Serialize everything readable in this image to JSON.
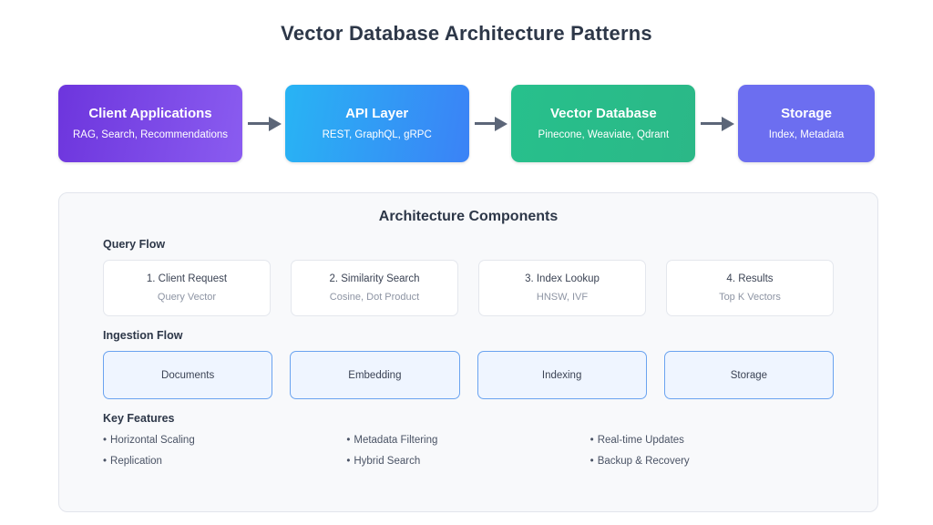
{
  "title": "Vector Database Architecture Patterns",
  "pipeline": {
    "nodes": [
      {
        "title": "Client Applications",
        "subtitle": "RAG, Search, Recommendations",
        "color": "#7a48e6",
        "width": "wide"
      },
      {
        "title": "API Layer",
        "subtitle": "REST, GraphQL, gRPC",
        "color": "#3299f5",
        "width": "wide"
      },
      {
        "title": "Vector Database",
        "subtitle": "Pinecone, Weaviate, Qdrant",
        "color": "#27bc89",
        "width": "wide"
      },
      {
        "title": "Storage",
        "subtitle": "Index, Metadata",
        "color": "#6c6ef0",
        "width": "narrow"
      }
    ],
    "arrow_color": "#5c6678",
    "arrow_count": 3
  },
  "panel": {
    "heading": "Architecture Components",
    "query_flow": {
      "heading": "Query Flow",
      "cards": [
        {
          "title": "1. Client Request",
          "subtitle": "Query Vector"
        },
        {
          "title": "2. Similarity Search",
          "subtitle": "Cosine, Dot Product"
        },
        {
          "title": "3. Index Lookup",
          "subtitle": "HNSW, IVF"
        },
        {
          "title": "4. Results",
          "subtitle": "Top K Vectors"
        }
      ]
    },
    "ingestion_flow": {
      "heading": "Ingestion Flow",
      "cards": [
        {
          "label": "Documents"
        },
        {
          "label": "Embedding"
        },
        {
          "label": "Indexing"
        },
        {
          "label": "Storage"
        }
      ]
    },
    "key_features": {
      "heading": "Key Features",
      "bullet": "•",
      "columns": [
        {
          "items": [
            "Horizontal Scaling",
            "Replication"
          ]
        },
        {
          "items": [
            "Metadata Filtering",
            "Hybrid Search"
          ]
        },
        {
          "items": [
            "Real-time Updates",
            "Backup & Recovery"
          ]
        }
      ]
    }
  }
}
